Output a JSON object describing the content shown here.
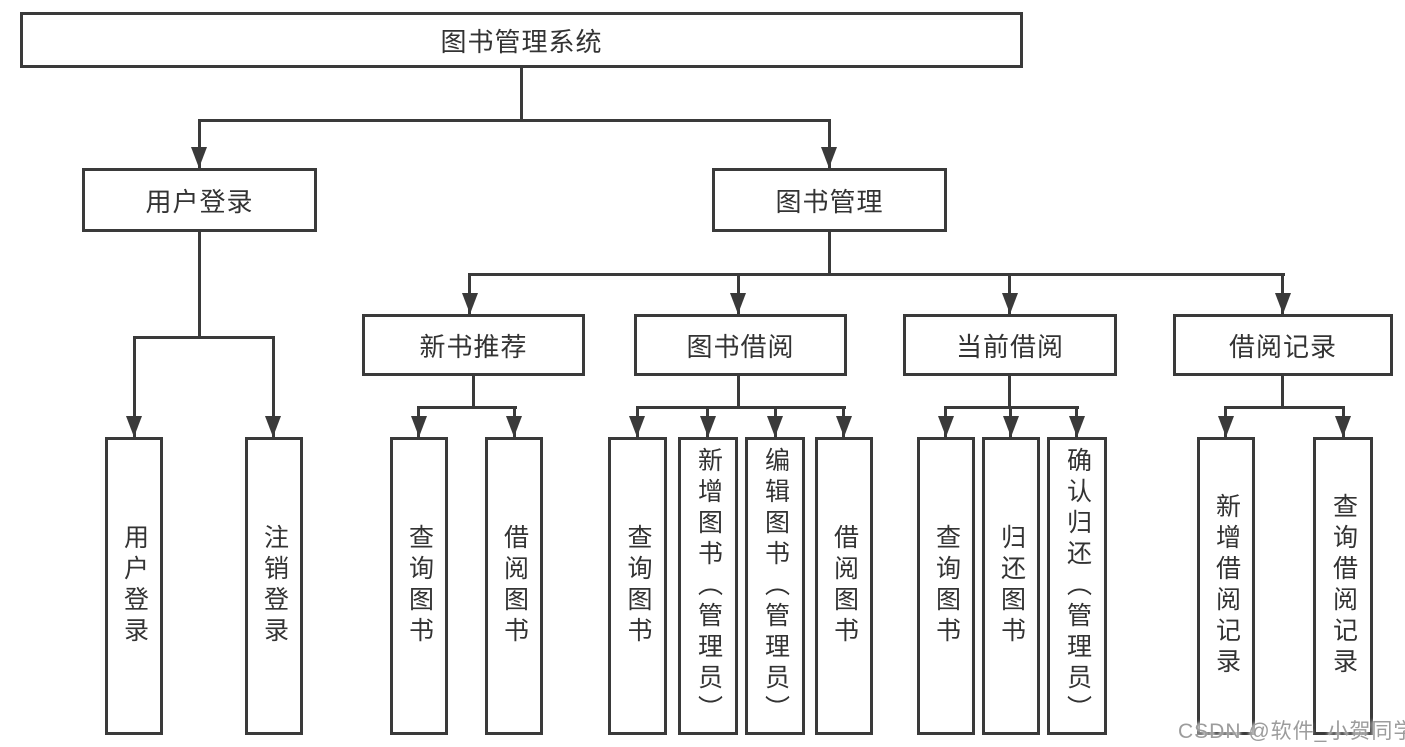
{
  "diagram": {
    "root": {
      "label": "图书管理系统"
    },
    "level2": [
      {
        "label": "用户登录",
        "parent": "图书管理系统"
      },
      {
        "label": "图书管理",
        "parent": "图书管理系统"
      }
    ],
    "level3": [
      {
        "label": "新书推荐",
        "parent": "图书管理"
      },
      {
        "label": "图书借阅",
        "parent": "图书管理"
      },
      {
        "label": "当前借阅",
        "parent": "图书管理"
      },
      {
        "label": "借阅记录",
        "parent": "图书管理"
      }
    ],
    "leaves": [
      {
        "label": "用户登录",
        "parent": "用户登录"
      },
      {
        "label": "注销登录",
        "parent": "用户登录"
      },
      {
        "label": "查询图书",
        "parent": "新书推荐"
      },
      {
        "label": "借阅图书",
        "parent": "新书推荐"
      },
      {
        "label": "查询图书",
        "parent": "图书借阅"
      },
      {
        "label": "新增图书（管理员）",
        "parent": "图书借阅"
      },
      {
        "label": "编辑图书（管理员）",
        "parent": "图书借阅"
      },
      {
        "label": "借阅图书",
        "parent": "图书借阅"
      },
      {
        "label": "查询图书",
        "parent": "当前借阅"
      },
      {
        "label": "归还图书",
        "parent": "当前借阅"
      },
      {
        "label": "确认归还（管理员）",
        "parent": "当前借阅"
      },
      {
        "label": "新增借阅记录",
        "parent": "借阅记录"
      },
      {
        "label": "查询借阅记录",
        "parent": "借阅记录"
      }
    ]
  },
  "watermark": {
    "text": "CSDN @软件_小贺同学"
  },
  "colors": {
    "line": "#3a3a3a",
    "text": "#333333",
    "watermark": "#9c9c9c",
    "background": "#ffffff"
  }
}
